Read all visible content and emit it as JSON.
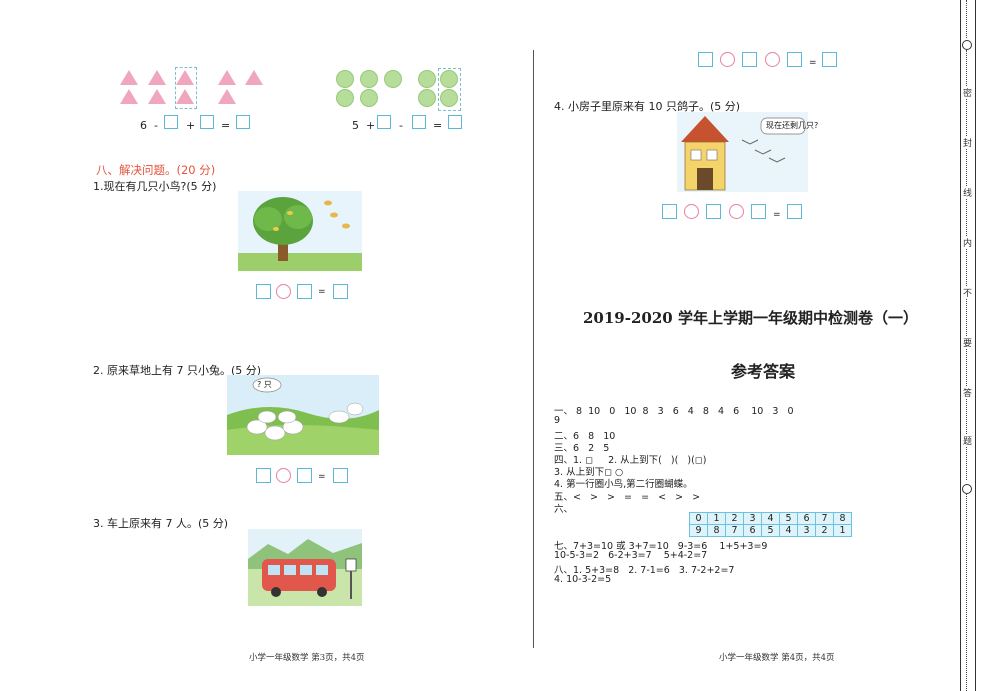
{
  "left": {
    "eq1": {
      "a": "6",
      "op1": "-",
      "op2": "+",
      "eq": "="
    },
    "eq2": {
      "a": "5",
      "op1": "+",
      "op2": "-",
      "eq": "="
    },
    "section_title": "八、解决问题。(20 分)",
    "q1": "1.现在有几只小鸟?(5 分)",
    "q2": "2. 原来草地上有 7 只小兔。(5 分)",
    "q2_bubble": "? 只",
    "q3": "3. 车上原来有 7 人。(5 分)",
    "eq_sign": "=",
    "footer": "小学一年级数学 第3页，共4页"
  },
  "right": {
    "eq_sign": "=",
    "q4": "4. 小房子里原来有 10 只鸽子。(5 分)",
    "q4_bubble": "现在还剩几只?",
    "title": "2019-2020 学年上学期一年级期中检测卷（一）",
    "subtitle": "参考答案",
    "answers": [
      "一、 8  10   0   10  8   3   6   4   8   4   6    10   3   0",
      "9",
      "二、6   8   10",
      "三、6   2   5",
      "四、1. ◻     2. 从上到下(   )(   )(◻)",
      "3. 从上到下◻ ○",
      "4. 第一行圈小鸟,第二行圈蝴蝶。",
      "五、<   >   >   =   =   <   >   >",
      "六、",
      "七、7+3=10 或 3+7=10   9-3=6    1+5+3=9",
      "10-5-3=2   6-2+3=7    5+4-2=7",
      "八、1. 5+3=8   2. 7-1=6   3. 7-2+2=7",
      "4. 10-3-2=5"
    ],
    "table_row1": [
      "0",
      "1",
      "2",
      "3",
      "4",
      "5",
      "6",
      "7",
      "8"
    ],
    "table_row2": [
      "9",
      "8",
      "7",
      "6",
      "5",
      "4",
      "3",
      "2",
      "1"
    ],
    "footer": "小学一年级数学 第4页，共4页"
  },
  "margin": {
    "chars": [
      "密",
      "封",
      "线",
      "内",
      "不",
      "要",
      "答",
      "题"
    ]
  },
  "colors": {
    "box": "#5bb8d8",
    "circle": "#e57fa3",
    "section_title": "#e5533d",
    "triangle": "#f0a6bd",
    "dot": "#b6dd9a"
  }
}
